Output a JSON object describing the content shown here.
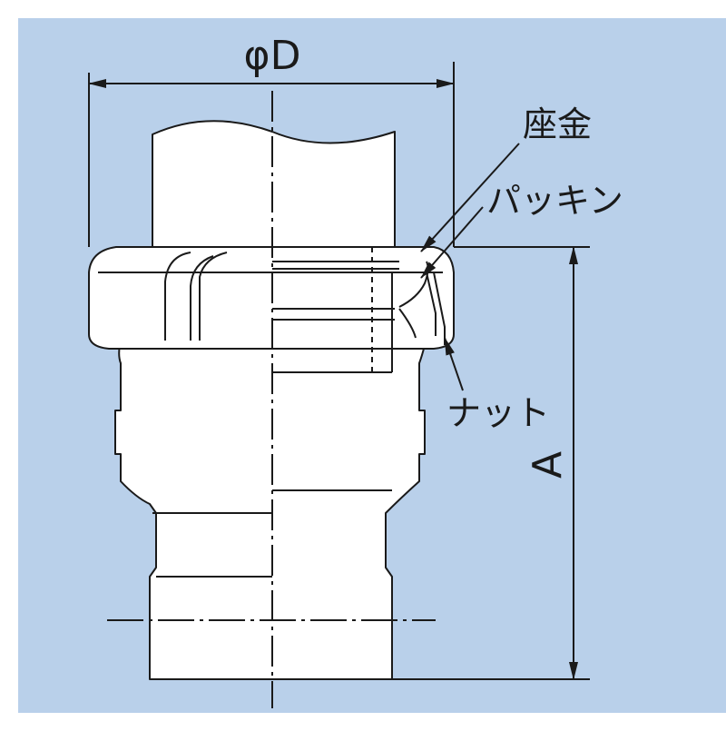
{
  "diagram": {
    "background_color": "#b9d0ea",
    "line_color": "#1a1a1a",
    "part_fill": "#ffffff",
    "labels": {
      "diameter": "φD",
      "height": "A",
      "washer": "座金",
      "packing": "パッキン",
      "nut": "ナット"
    }
  }
}
